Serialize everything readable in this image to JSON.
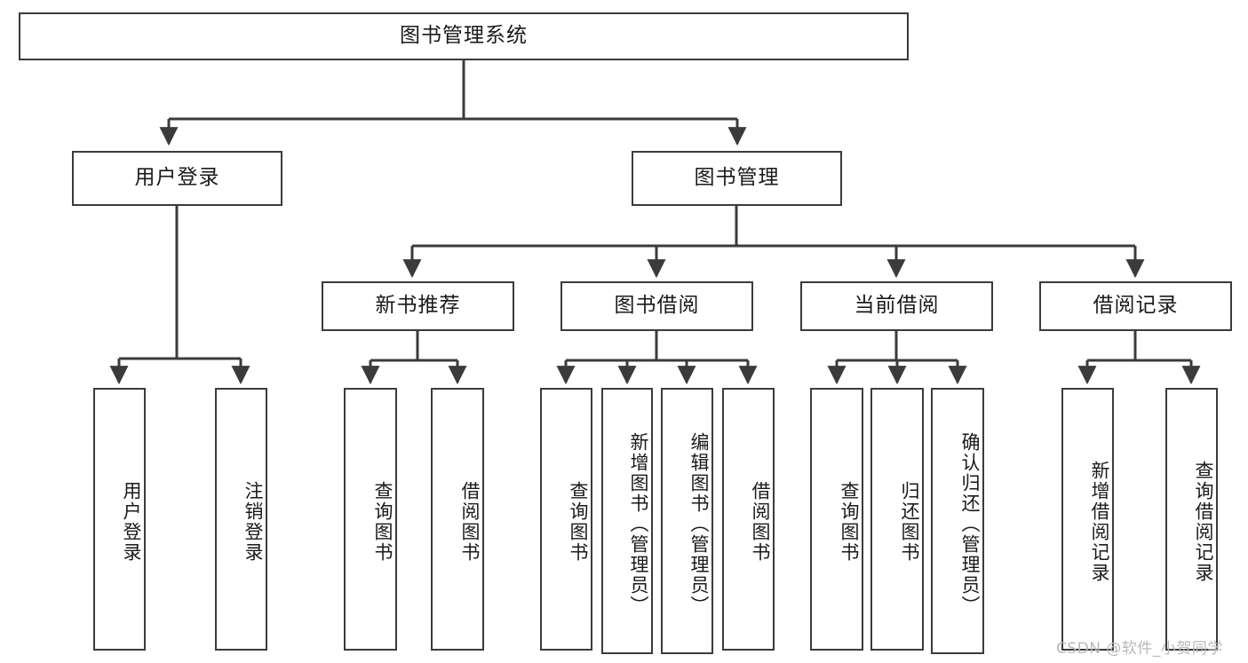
{
  "diagram": {
    "type": "tree-hierarchy",
    "title": "图书管理系统",
    "watermark": "CSDN @软件_小贺同学",
    "colors": {
      "box_border": "#3b3b3b",
      "box_fill": "#ffffff",
      "edge": "#3b3b3b",
      "text": "#1a1a1a",
      "watermark": "#b9b9b9"
    },
    "nodes": {
      "root": {
        "label": "图书管理系统",
        "level": 0,
        "orientation": "horizontal"
      },
      "l1": [
        {
          "label": "用户登录",
          "orientation": "horizontal"
        },
        {
          "label": "图书管理",
          "orientation": "horizontal"
        }
      ],
      "l2": [
        {
          "label": "新书推荐",
          "orientation": "horizontal"
        },
        {
          "label": "图书借阅",
          "orientation": "horizontal"
        },
        {
          "label": "当前借阅",
          "orientation": "horizontal"
        },
        {
          "label": "借阅记录",
          "orientation": "horizontal"
        }
      ],
      "leaves_user_login": [
        {
          "label": "用户登录",
          "orientation": "vertical"
        },
        {
          "label": "注销登录",
          "orientation": "vertical"
        }
      ],
      "leaves_new_book": [
        {
          "label": "查询图书",
          "orientation": "vertical"
        },
        {
          "label": "借阅图书",
          "orientation": "vertical"
        }
      ],
      "leaves_borrow": [
        {
          "label": "查询图书",
          "orientation": "vertical"
        },
        {
          "label": "新增图书（管理员）",
          "orientation": "vertical"
        },
        {
          "label": "编辑图书（管理员）",
          "orientation": "vertical"
        },
        {
          "label": "借阅图书",
          "orientation": "vertical"
        }
      ],
      "leaves_current": [
        {
          "label": "查询图书",
          "orientation": "vertical"
        },
        {
          "label": "归还图书",
          "orientation": "vertical"
        },
        {
          "label": "确认归还（管理员）",
          "orientation": "vertical"
        }
      ],
      "leaves_records": [
        {
          "label": "新增借阅记录",
          "orientation": "vertical"
        },
        {
          "label": "查询借阅记录",
          "orientation": "vertical"
        }
      ]
    }
  }
}
